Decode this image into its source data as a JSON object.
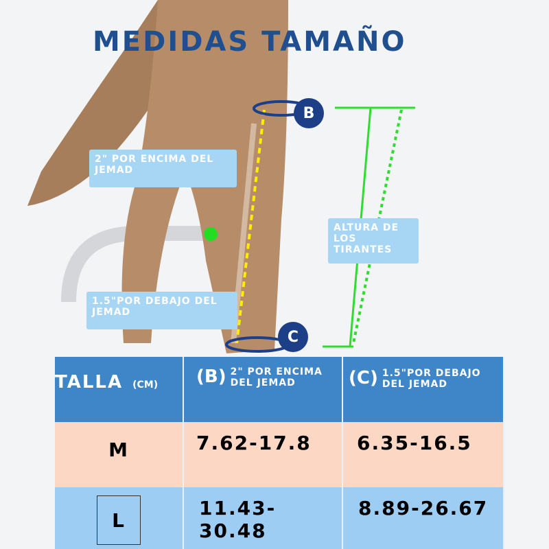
{
  "title": "MEDIDAS TAMAÑO",
  "diagram": {
    "marker_b": "B",
    "marker_c": "C",
    "label_above": "2\" POR ENCIMA DEL JEMAD",
    "label_below": "1.5\"POR DEBAJO DEL JEMAD",
    "label_height": "ALTURA DE LOS TIRANTES"
  },
  "table": {
    "header": {
      "size": "TALLA",
      "unit": "(CM)",
      "b_letter": "(B)",
      "b_text": "2\" POR ENCIMA DEL JEMAD",
      "c_letter": "(C)",
      "c_text": "1.5\"POR DEBAJO DEL JEMAD"
    },
    "rows": [
      {
        "size": "M",
        "b": "7.62-17.8",
        "c": "6.35-16.5"
      },
      {
        "size": "L",
        "b": "11.43-30.48",
        "c": "8.89-26.67"
      }
    ]
  },
  "colors": {
    "header": "#3f86c8",
    "row_m": "#fcd8c4",
    "row_l": "#9dcdf3",
    "title": "#1f4f8f"
  }
}
